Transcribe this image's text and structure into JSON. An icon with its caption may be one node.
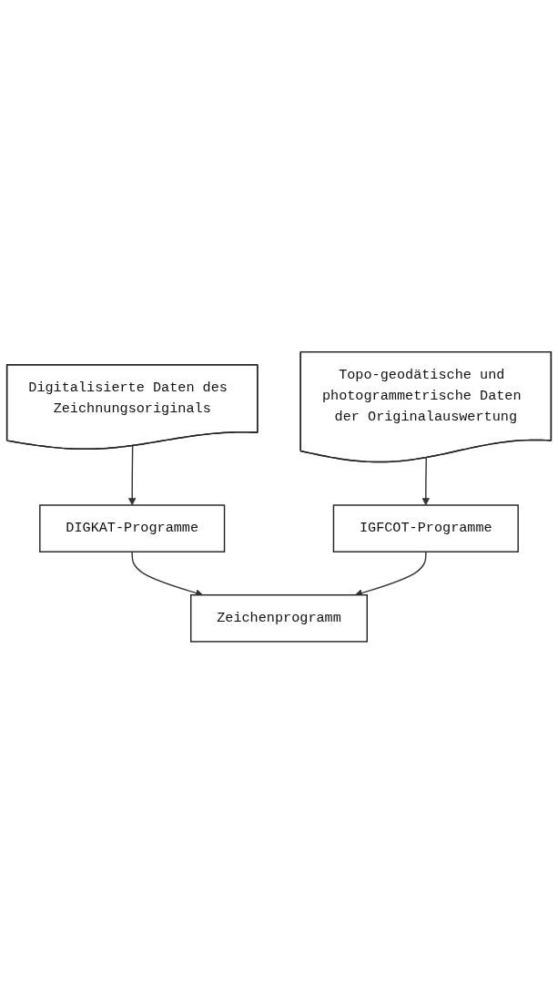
{
  "diagram": {
    "nodes": [
      {
        "text": [
          "Digitalisierte Daten des Zeichnungsoriginals"
        ]
      },
      {
        "text": [
          "DIGKAT-Programme"
        ]
      },
      {
        "text": [
          "Zeichenprogramm"
        ]
      },
      {
        "text": [
          "IGFCOT-Programme"
        ]
      },
      {
        "text": [
          "Topo-geodätische und photogrammetrische Daten der Originalauswertung"
        ]
      }
    ],
    "edges": [
      {
        "from": 0,
        "to": 1,
        "arrow": "to"
      },
      {
        "from": 1,
        "to": 2,
        "arrow": "to"
      },
      {
        "from": 3,
        "to": 2,
        "arrow": "to"
      },
      {
        "from": 4,
        "to": 3,
        "arrow": "to"
      }
    ]
  }
}
